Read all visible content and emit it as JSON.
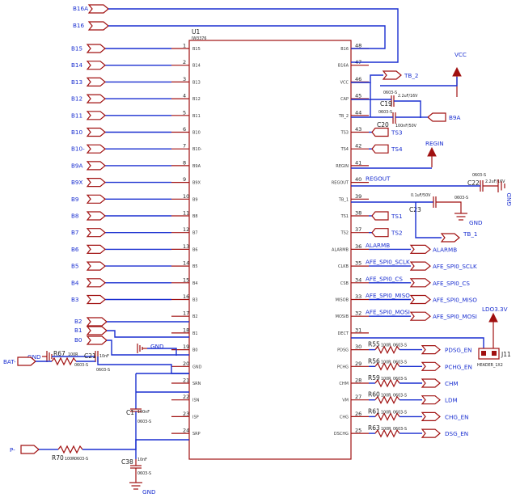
{
  "chip": {
    "ref": "U1",
    "part": "IW3376"
  },
  "left_pins": [
    {
      "num": "1",
      "name": "B15",
      "net": "B15"
    },
    {
      "num": "2",
      "name": "B14",
      "net": "B14"
    },
    {
      "num": "3",
      "name": "B13",
      "net": "B13"
    },
    {
      "num": "4",
      "name": "B12",
      "net": "B12"
    },
    {
      "num": "5",
      "name": "B11",
      "net": "B11"
    },
    {
      "num": "6",
      "name": "B10",
      "net": "B10"
    },
    {
      "num": "7",
      "name": "B10-",
      "net": "B10-"
    },
    {
      "num": "8",
      "name": "B9A",
      "net": "B9A"
    },
    {
      "num": "9",
      "name": "B9X",
      "net": "B9X"
    },
    {
      "num": "10",
      "name": "B9",
      "net": "B9"
    },
    {
      "num": "11",
      "name": "B8",
      "net": "B8"
    },
    {
      "num": "12",
      "name": "B7",
      "net": "B7"
    },
    {
      "num": "13",
      "name": "B6",
      "net": "B6"
    },
    {
      "num": "14",
      "name": "B5",
      "net": "B5"
    },
    {
      "num": "15",
      "name": "B4",
      "net": "B4"
    },
    {
      "num": "16",
      "name": "B3",
      "net": "B3"
    },
    {
      "num": "17",
      "name": "B2",
      "net": "B2"
    },
    {
      "num": "18",
      "name": "B1",
      "net": "B1"
    },
    {
      "num": "19",
      "name": "B0",
      "net": "B0"
    },
    {
      "num": "20",
      "name": "GND",
      "net": ""
    },
    {
      "num": "21",
      "name": "SRN",
      "net": ""
    },
    {
      "num": "22",
      "name": "ISN",
      "net": ""
    },
    {
      "num": "23",
      "name": "ISP",
      "net": ""
    },
    {
      "num": "24",
      "name": "SRP",
      "net": ""
    }
  ],
  "right_pins": [
    {
      "num": "48",
      "name": "B16",
      "net": ""
    },
    {
      "num": "47",
      "name": "B16A",
      "net": ""
    },
    {
      "num": "46",
      "name": "VCC",
      "net": "TB_2"
    },
    {
      "num": "45",
      "name": "CAP",
      "net": ""
    },
    {
      "num": "44",
      "name": "TB_2",
      "net": "B9A"
    },
    {
      "num": "43",
      "name": "TS3",
      "net": "TS3"
    },
    {
      "num": "42",
      "name": "TS4",
      "net": "TS4"
    },
    {
      "num": "41",
      "name": "REGIN",
      "net": ""
    },
    {
      "num": "40",
      "name": "REGOUT",
      "net": "REGOUT"
    },
    {
      "num": "39",
      "name": "TB_1",
      "net": ""
    },
    {
      "num": "38",
      "name": "TS1",
      "net": "TS1"
    },
    {
      "num": "37",
      "name": "TS2",
      "net": "TS2"
    },
    {
      "num": "36",
      "name": "ALARMB",
      "net": "ALARMB"
    },
    {
      "num": "35",
      "name": "CLKB",
      "net": "AFE_SPI0_SCLK"
    },
    {
      "num": "34",
      "name": "CSB",
      "net": "AFE_SPI0_CS"
    },
    {
      "num": "33",
      "name": "MISOB",
      "net": "AFE_SPI0_MISO"
    },
    {
      "num": "32",
      "name": "MOSIB",
      "net": "AFE_SPI0_MOSI"
    },
    {
      "num": "31",
      "name": "DECT",
      "net": ""
    },
    {
      "num": "30",
      "name": "PDSG",
      "net": "PDSG_EN"
    },
    {
      "num": "29",
      "name": "PCHG",
      "net": "PCHG_EN"
    },
    {
      "num": "28",
      "name": "CHM",
      "net": "CHM"
    },
    {
      "num": "27",
      "name": "VM",
      "net": "LDM"
    },
    {
      "num": "26",
      "name": "CHG",
      "net": "CHG_EN"
    },
    {
      "num": "25",
      "name": "DSCHG",
      "net": "DSG_EN"
    }
  ],
  "top_ports": {
    "b16a": "B16A",
    "b16": "B16"
  },
  "bottom_left_ports": {
    "b2": "B2",
    "b1": "B1",
    "b0": "B0",
    "gnd": "GND",
    "bat": "BAT-",
    "p": "P-"
  },
  "resistors_right": [
    {
      "ref": "R55",
      "value": "100R",
      "pkg": "0603-S",
      "net": "PDSG_EN"
    },
    {
      "ref": "R56",
      "value": "100R",
      "pkg": "0603-S",
      "net": "PCHG_EN"
    },
    {
      "ref": "R59",
      "value": "100R",
      "pkg": "0603-S",
      "net": "CHM"
    },
    {
      "ref": "R60",
      "value": "100R",
      "pkg": "0603-S",
      "net": "LDM"
    },
    {
      "ref": "R61",
      "value": "100R",
      "pkg": "0603-S",
      "net": "CHG_EN"
    },
    {
      "ref": "R63",
      "value": "100R",
      "pkg": "0603-S",
      "net": "DSG_EN"
    }
  ],
  "caps": {
    "c19": {
      "ref": "C19",
      "value": "2.2uF/16V",
      "pkg": "0603-S"
    },
    "c20": {
      "ref": "C20",
      "value": "100nF/50V",
      "pkg": "0603-S"
    },
    "c22": {
      "ref": "C22",
      "value": "2.2uF/16V",
      "pkg": "0603-S"
    },
    "c23": {
      "ref": "C23",
      "value": "0.1uF/50V",
      "pkg": "0603-S"
    },
    "c21": {
      "ref": "C21",
      "value": "10nF",
      "pkg": "0603-S"
    },
    "c1": {
      "ref": "C1",
      "value": "100nF",
      "pkg": "0603-S"
    },
    "c38": {
      "ref": "C38",
      "value": "10nF",
      "pkg": "0603-S"
    }
  },
  "r67": {
    "ref": "R67",
    "value": "100R",
    "pkg": "0603-S"
  },
  "r70": {
    "ref": "R70",
    "value": "100R",
    "pkg": "0603-S"
  },
  "power": {
    "vcc": "VCC",
    "regin": "REGIN",
    "ldo": "LDO3.3V",
    "gnd": "GND"
  },
  "tb1_port": "TB_1",
  "header": {
    "ref": "J11",
    "part": "HEADER_1X2"
  }
}
